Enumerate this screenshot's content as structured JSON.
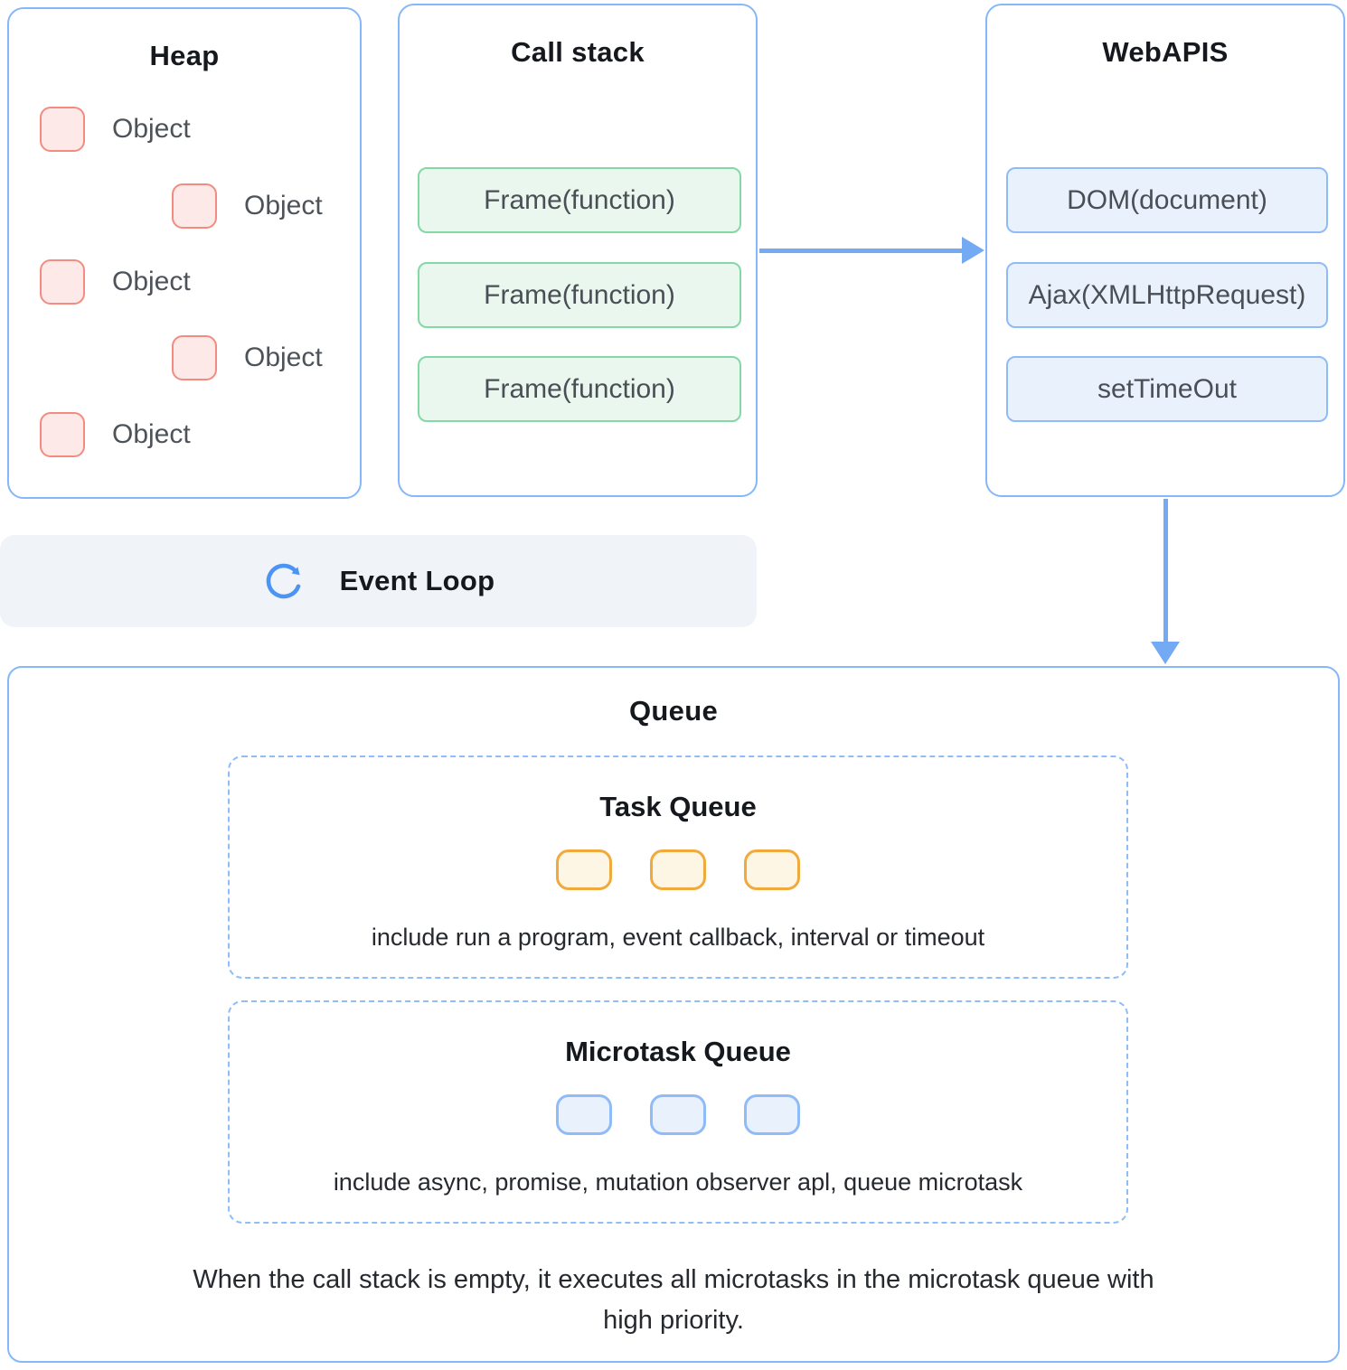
{
  "heap": {
    "title": "Heap",
    "objects": [
      {
        "label": "Object",
        "indented": false
      },
      {
        "label": "Object",
        "indented": true
      },
      {
        "label": "Object",
        "indented": false
      },
      {
        "label": "Object",
        "indented": true
      },
      {
        "label": "Object",
        "indented": false
      }
    ]
  },
  "call_stack": {
    "title": "Call stack",
    "frames": [
      "Frame(function)",
      "Frame(function)",
      "Frame(function)"
    ]
  },
  "web_apis": {
    "title": "WebAPIS",
    "items": [
      "DOM(document)",
      "Ajax(XMLHttpRequest)",
      "setTimeOut"
    ]
  },
  "event_loop": {
    "label": "Event Loop",
    "icon": "refresh-icon"
  },
  "queue": {
    "title": "Queue",
    "task_queue": {
      "title": "Task Queue",
      "item_count": 3,
      "caption": "include run a program, event callback, interval or timeout"
    },
    "microtask_queue": {
      "title": "Microtask Queue",
      "item_count": 3,
      "caption": "include async, promise, mutation observer apl, queue microtask"
    },
    "note": "When the call stack is empty, it executes all microtasks in the microtask queue with high priority."
  },
  "colors": {
    "panel_border_blue": "#85b8f8",
    "dashed_border_blue": "#8fbdf7",
    "arrow_blue": "#74a9f3",
    "icon_blue": "#4b94f4",
    "heap_object_fill": "#fce9e8",
    "heap_object_border": "#f28b80",
    "frame_fill": "#e9f7ef",
    "frame_border": "#83d8a6",
    "api_chip_fill": "#e9f1fd",
    "api_chip_border": "#8fbcf8",
    "task_chip_fill": "#fdf6e4",
    "task_chip_border": "#f2a93b",
    "event_loop_bar_bg": "#f0f4f8"
  }
}
